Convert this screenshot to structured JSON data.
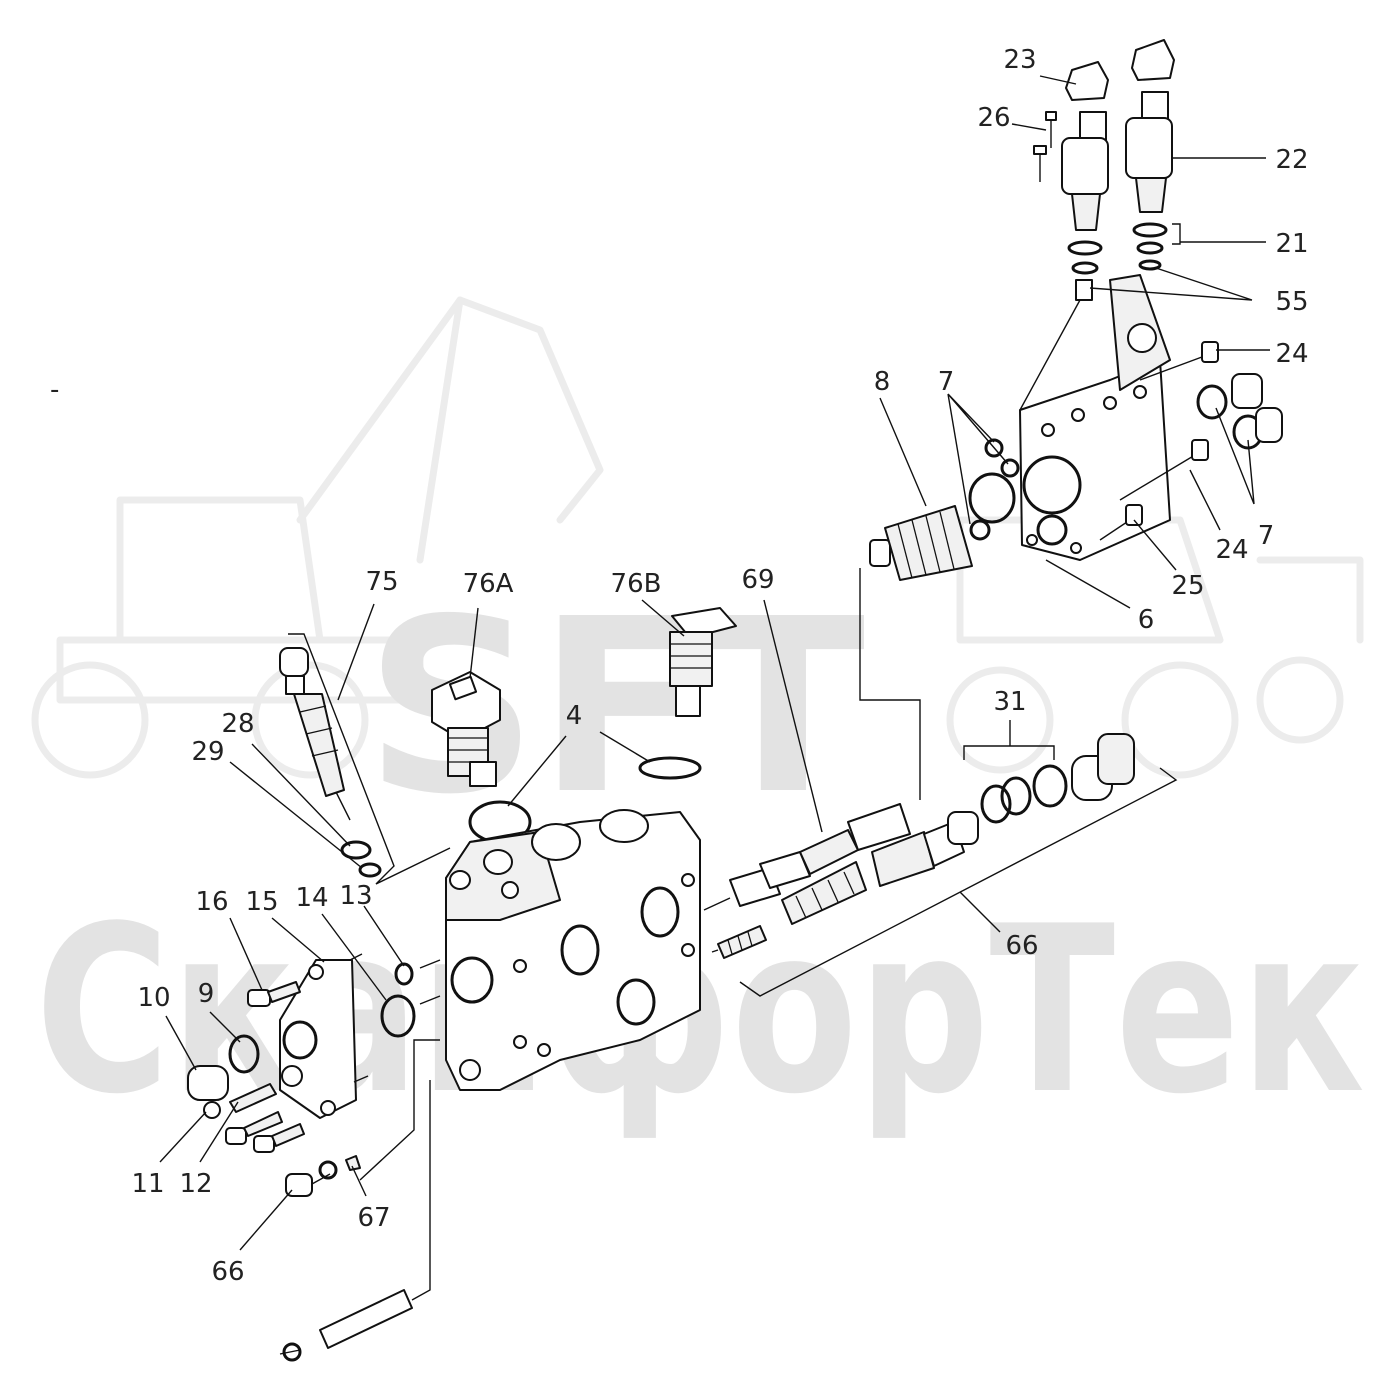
{
  "watermark": {
    "brand": "SFT",
    "company": "СкайфорТек"
  },
  "stray_mark": "-",
  "callouts": [
    {
      "id": "c23",
      "text": "23"
    },
    {
      "id": "c26",
      "text": "26"
    },
    {
      "id": "c22",
      "text": "22"
    },
    {
      "id": "c21",
      "text": "21"
    },
    {
      "id": "c55",
      "text": "55"
    },
    {
      "id": "c24a",
      "text": "24"
    },
    {
      "id": "c8",
      "text": "8"
    },
    {
      "id": "c7a",
      "text": "7"
    },
    {
      "id": "c24b",
      "text": "24"
    },
    {
      "id": "c7b",
      "text": "7"
    },
    {
      "id": "c25",
      "text": "25"
    },
    {
      "id": "c6",
      "text": "6"
    },
    {
      "id": "c75",
      "text": "75"
    },
    {
      "id": "c76a",
      "text": "76A"
    },
    {
      "id": "c76b",
      "text": "76B"
    },
    {
      "id": "c69",
      "text": "69"
    },
    {
      "id": "c4",
      "text": "4"
    },
    {
      "id": "c28",
      "text": "28"
    },
    {
      "id": "c29",
      "text": "29"
    },
    {
      "id": "c31",
      "text": "31"
    },
    {
      "id": "c16",
      "text": "16"
    },
    {
      "id": "c15",
      "text": "15"
    },
    {
      "id": "c14",
      "text": "14"
    },
    {
      "id": "c13",
      "text": "13"
    },
    {
      "id": "c66a",
      "text": "66"
    },
    {
      "id": "c10",
      "text": "10"
    },
    {
      "id": "c9",
      "text": "9"
    },
    {
      "id": "c11",
      "text": "11"
    },
    {
      "id": "c12",
      "text": "12"
    },
    {
      "id": "c67",
      "text": "67"
    },
    {
      "id": "c66b",
      "text": "66"
    }
  ]
}
